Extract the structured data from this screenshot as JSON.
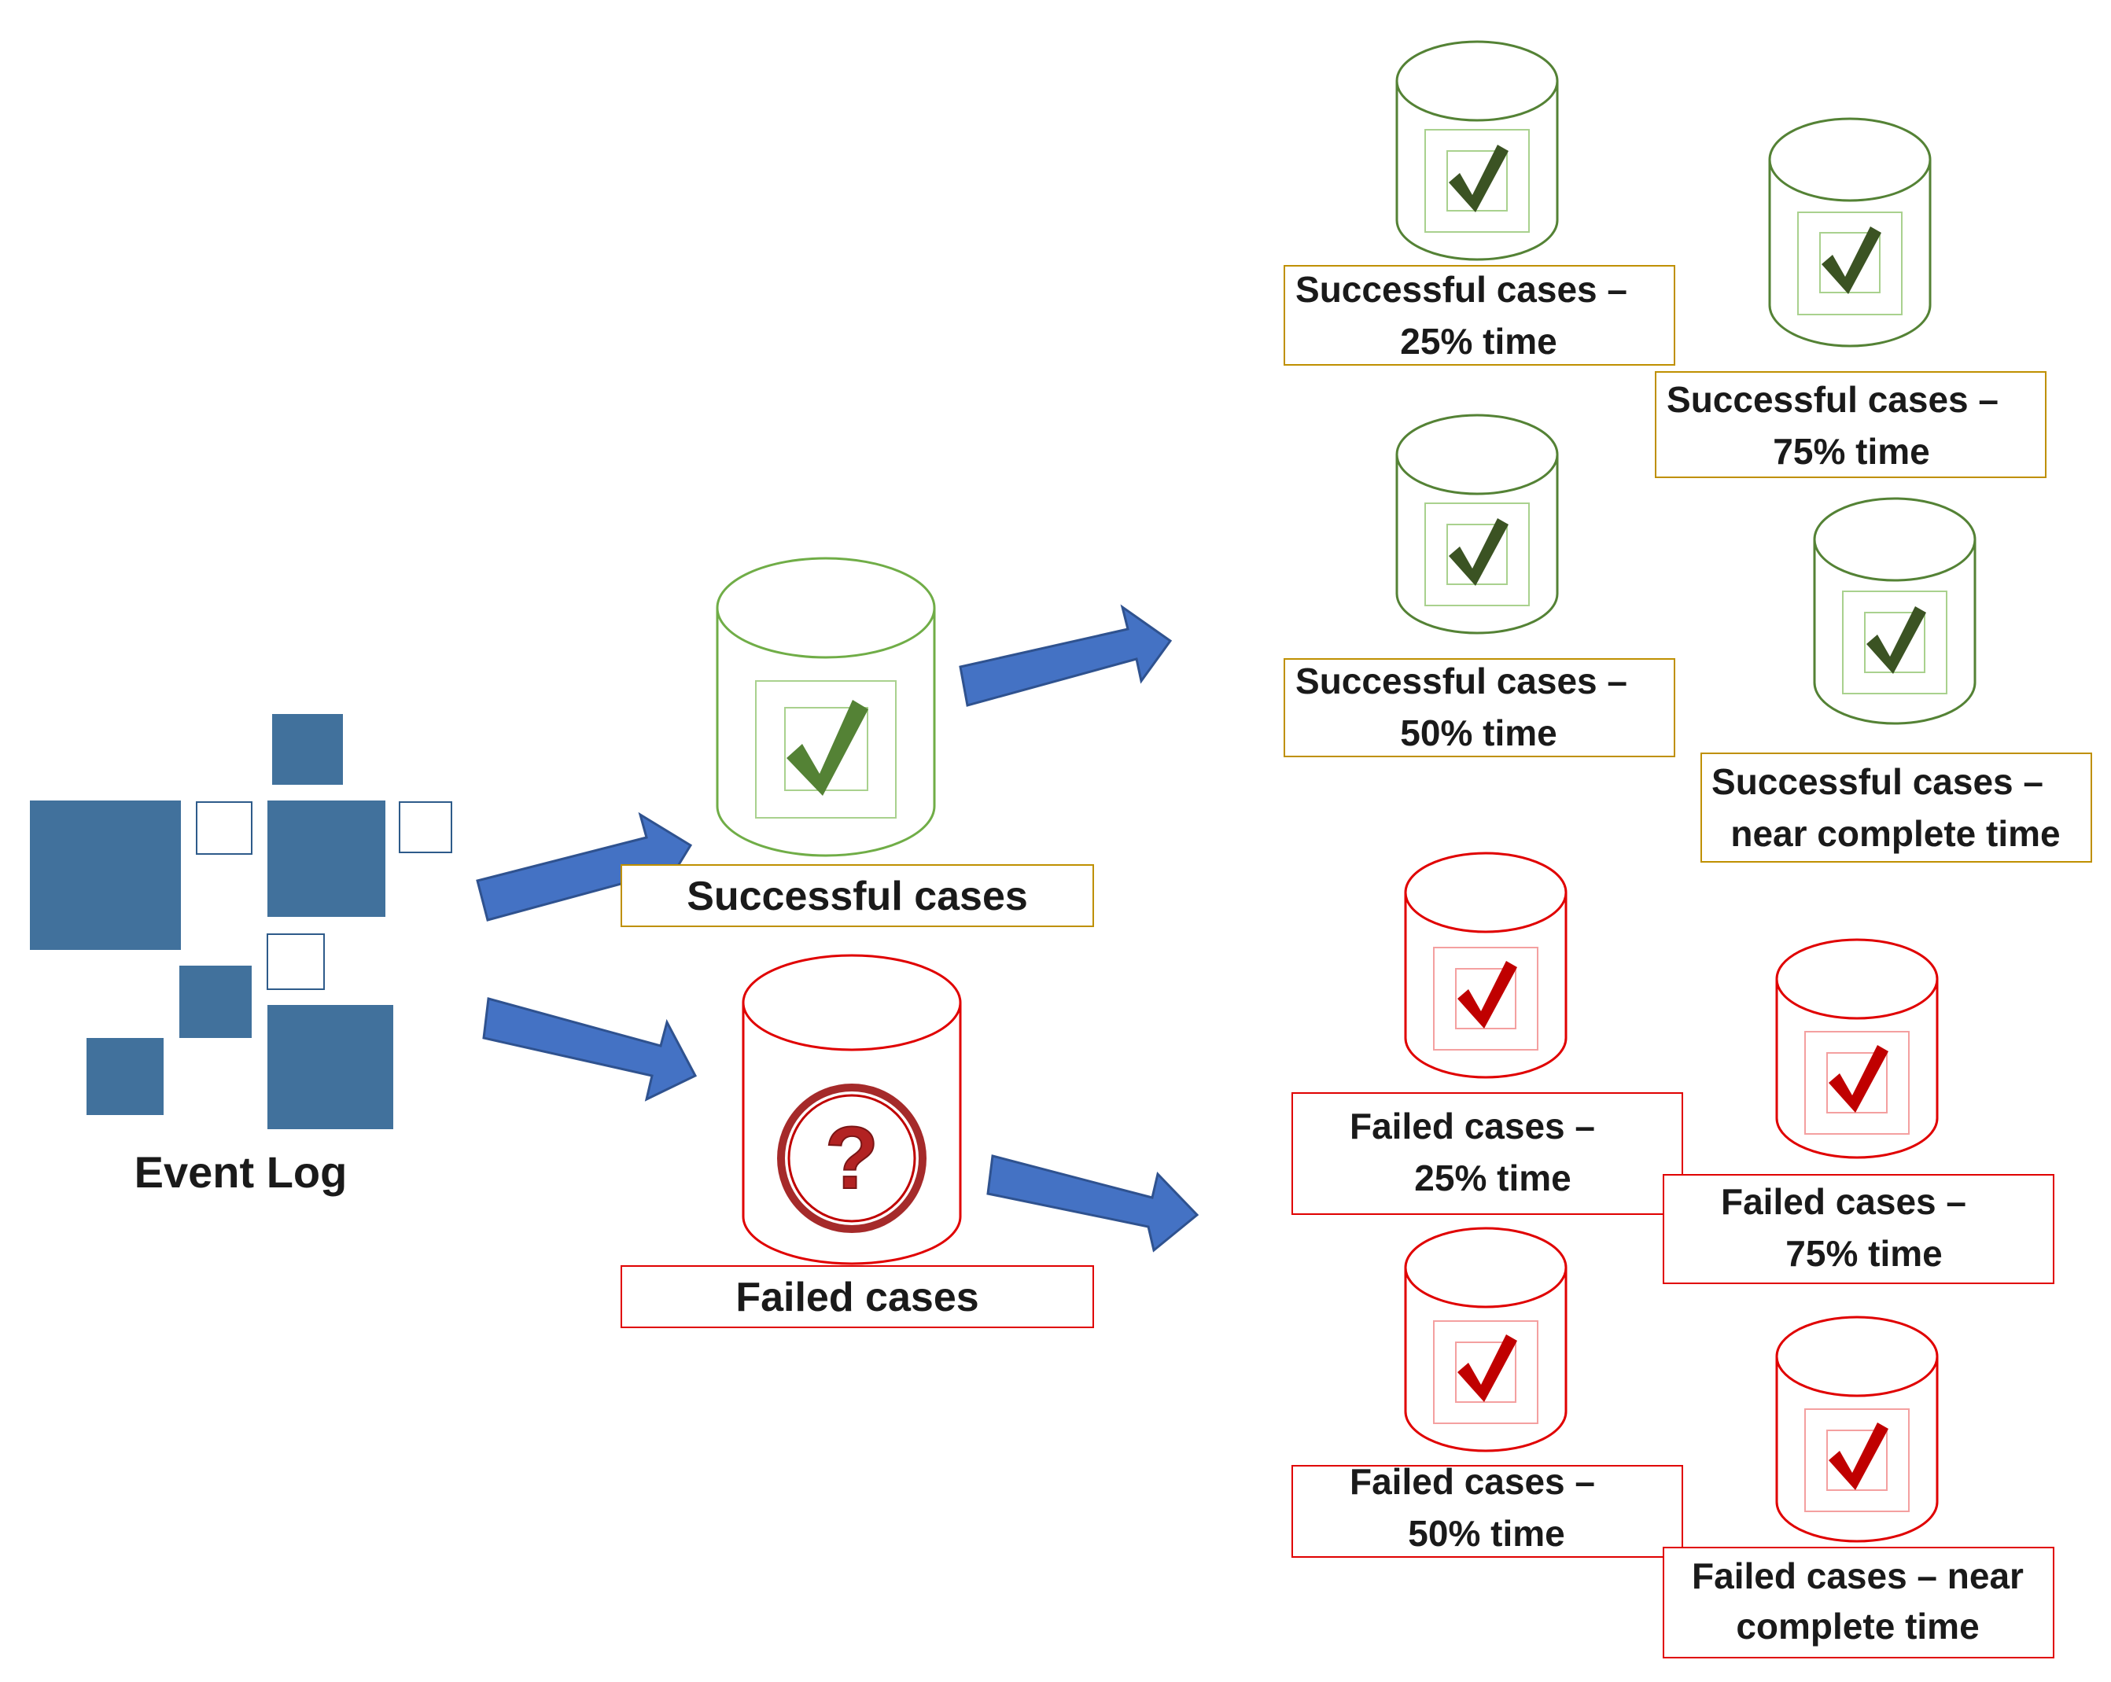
{
  "event_log": {
    "label": "Event Log"
  },
  "main_groups": {
    "successful": {
      "label": "Successful cases",
      "icon": "checkmark-icon"
    },
    "failed": {
      "label": "Failed cases",
      "icon": "question-mark-icon"
    }
  },
  "successful_subsets": [
    {
      "line1": "Successful cases –",
      "line2": "25% time"
    },
    {
      "line1": "Successful cases –",
      "line2": "75% time"
    },
    {
      "line1": "Successful cases –",
      "line2": "50% time"
    },
    {
      "line1": "Successful cases –",
      "line2": "near complete time"
    }
  ],
  "failed_subsets": [
    {
      "line1": "Failed cases –",
      "line2": "25% time"
    },
    {
      "line1": "Failed cases –",
      "line2": "75% time"
    },
    {
      "line1": "Failed cases –",
      "line2": "50% time"
    },
    {
      "line1": "Failed cases – near",
      "line2": "complete time"
    }
  ],
  "colors": {
    "success_stroke": "#70AD47",
    "success_check": "#548235",
    "success_check_dark": "#3B5323",
    "success_label_border": "#BF9000",
    "failed_stroke": "#E00000",
    "failed_check": "#C00000",
    "arrow_fill": "#4472C4",
    "arrow_stroke": "#2F528F",
    "event_log_square": "#41719C",
    "event_log_outline": "#2E5B8A",
    "text": "#1a1a1a"
  }
}
